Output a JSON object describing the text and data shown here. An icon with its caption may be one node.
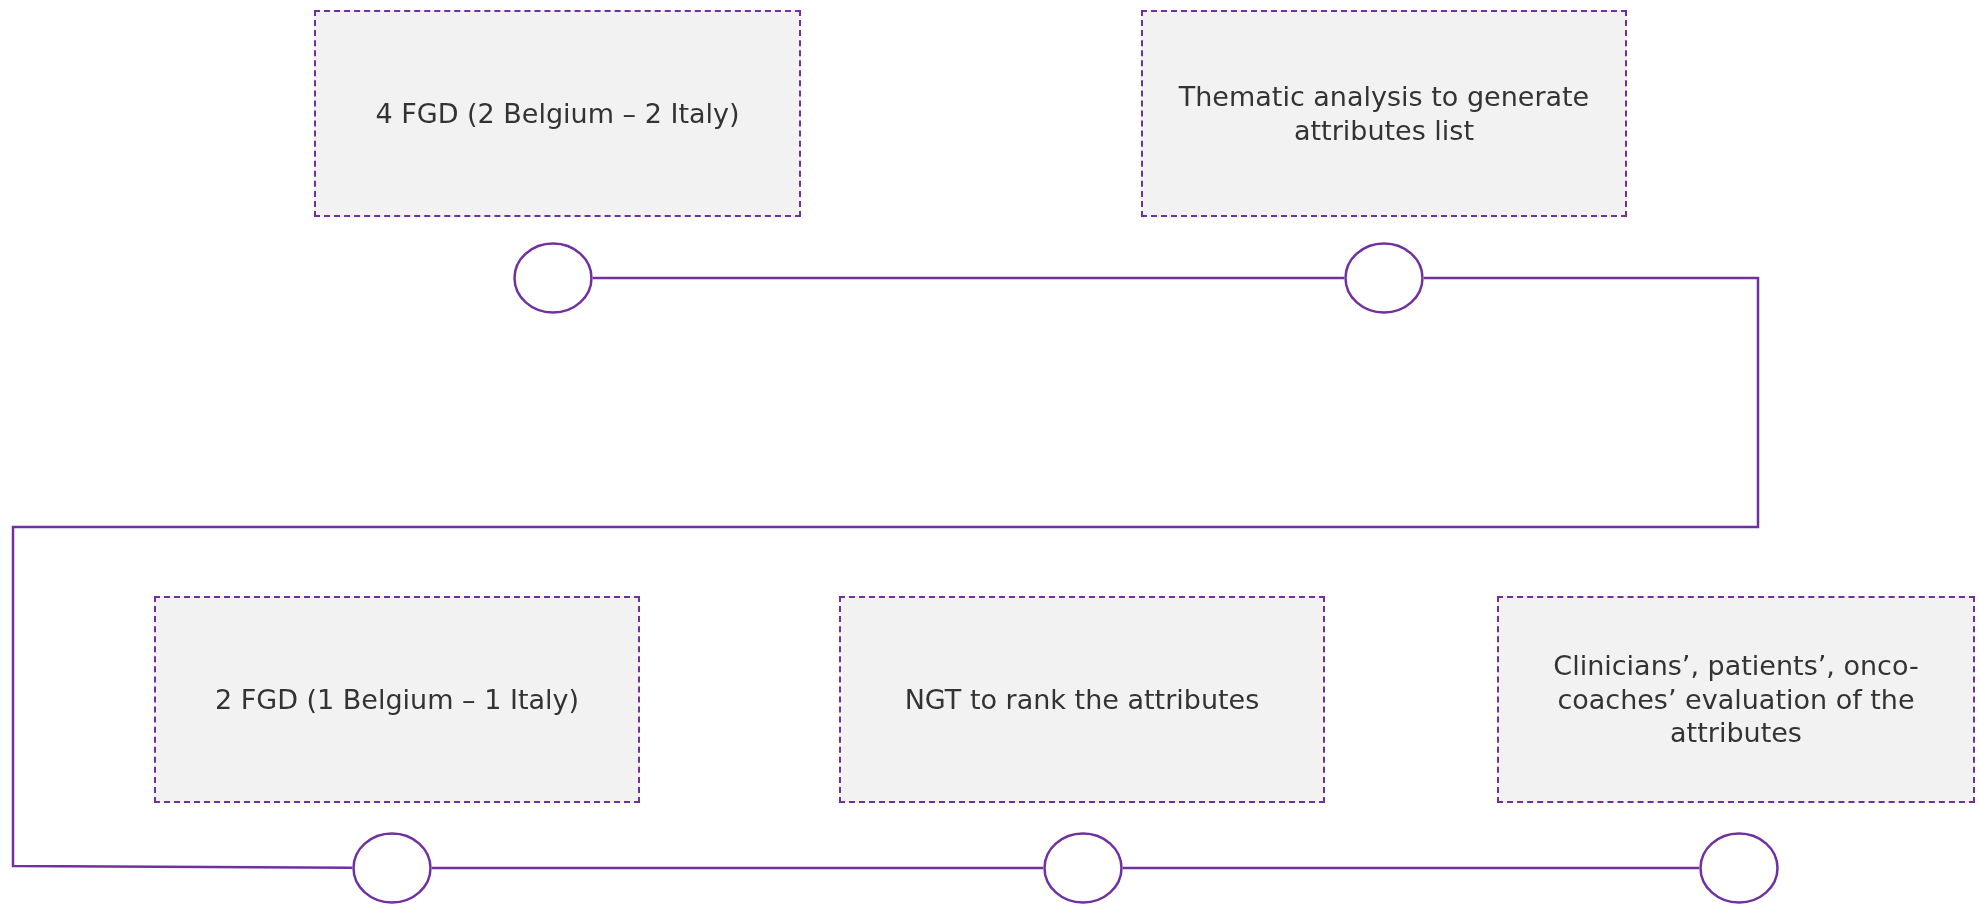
{
  "diagram": {
    "nodes": [
      {
        "text": [
          "4 FGD (2 Belgium – 2 Italy)"
        ]
      },
      {
        "text": [
          "Thematic analysis to generate attributes list"
        ]
      },
      {
        "text": [],
        "shape": "circle"
      },
      {
        "text": [],
        "shape": "circle"
      },
      {
        "text": [
          "2 FGD (1 Belgium – 1 Italy)"
        ]
      },
      {
        "text": [
          "NGT to rank the attributes"
        ]
      },
      {
        "text": [
          "Clinicians’, patients’, onco-coaches’ evaluation of the attributes"
        ]
      },
      {
        "text": [],
        "shape": "circle"
      },
      {
        "text": [],
        "shape": "circle"
      },
      {
        "text": [],
        "shape": "circle"
      }
    ],
    "edges": [
      {
        "from": 2,
        "to": 3,
        "arrow": "none"
      },
      {
        "from": 3,
        "to": 7,
        "arrow": "none"
      },
      {
        "from": 7,
        "to": 8,
        "arrow": "none"
      },
      {
        "from": 8,
        "to": 9,
        "arrow": "none"
      }
    ]
  }
}
